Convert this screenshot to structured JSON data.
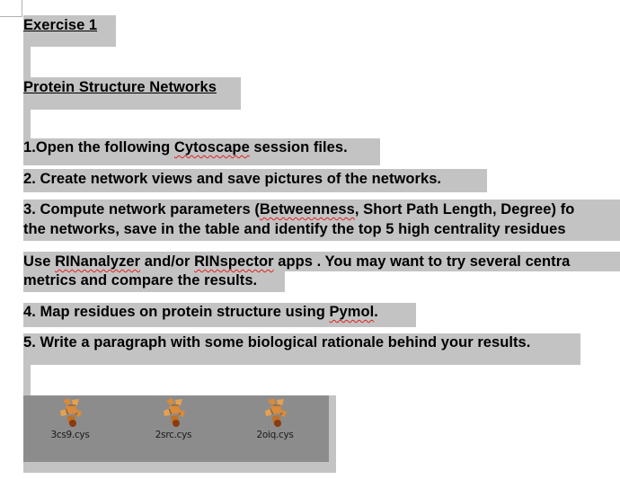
{
  "document": {
    "exercise_title": "Exercise 1",
    "section_title": "Protein Structure Networks",
    "steps": {
      "s1": {
        "pre": "1.Open the following ",
        "flagged": "Cytoscape",
        "post": " session files."
      },
      "s2": {
        "text": "2. Create network views  and save pictures of the networks."
      },
      "s3": {
        "pre": "3. Compute network parameters (",
        "flagged": "Betweenness",
        "mid": ", Short Path Length, Degree) fo",
        "line2": "the networks, save in the table and  identify the top 5 high centrality residues"
      },
      "note": {
        "pre": "Use ",
        "flagged1": "RINanalyzer",
        "mid": " and/or ",
        "flagged2": "RINspector",
        "post": " apps . You may want to try  several centra",
        "line2": "metrics and compare the results."
      },
      "s4": {
        "pre": "4. Map residues on protein structure using ",
        "flagged": "Pymol",
        "post": "."
      },
      "s5": {
        "text": "5. Write a paragraph with some biological rationale behind your results."
      }
    },
    "files": [
      {
        "name": "3cs9.cys",
        "icon": "cytoscape-file-icon"
      },
      {
        "name": "2src.cys",
        "icon": "cytoscape-file-icon"
      },
      {
        "name": "2oiq.cys",
        "icon": "cytoscape-file-icon"
      }
    ],
    "colors": {
      "selection": "#c3c3c3",
      "files_panel": "#8c8c8c",
      "spellcheck": "#e02020",
      "icon_orange": "#d98a3a",
      "icon_dark": "#8a3a10"
    }
  }
}
